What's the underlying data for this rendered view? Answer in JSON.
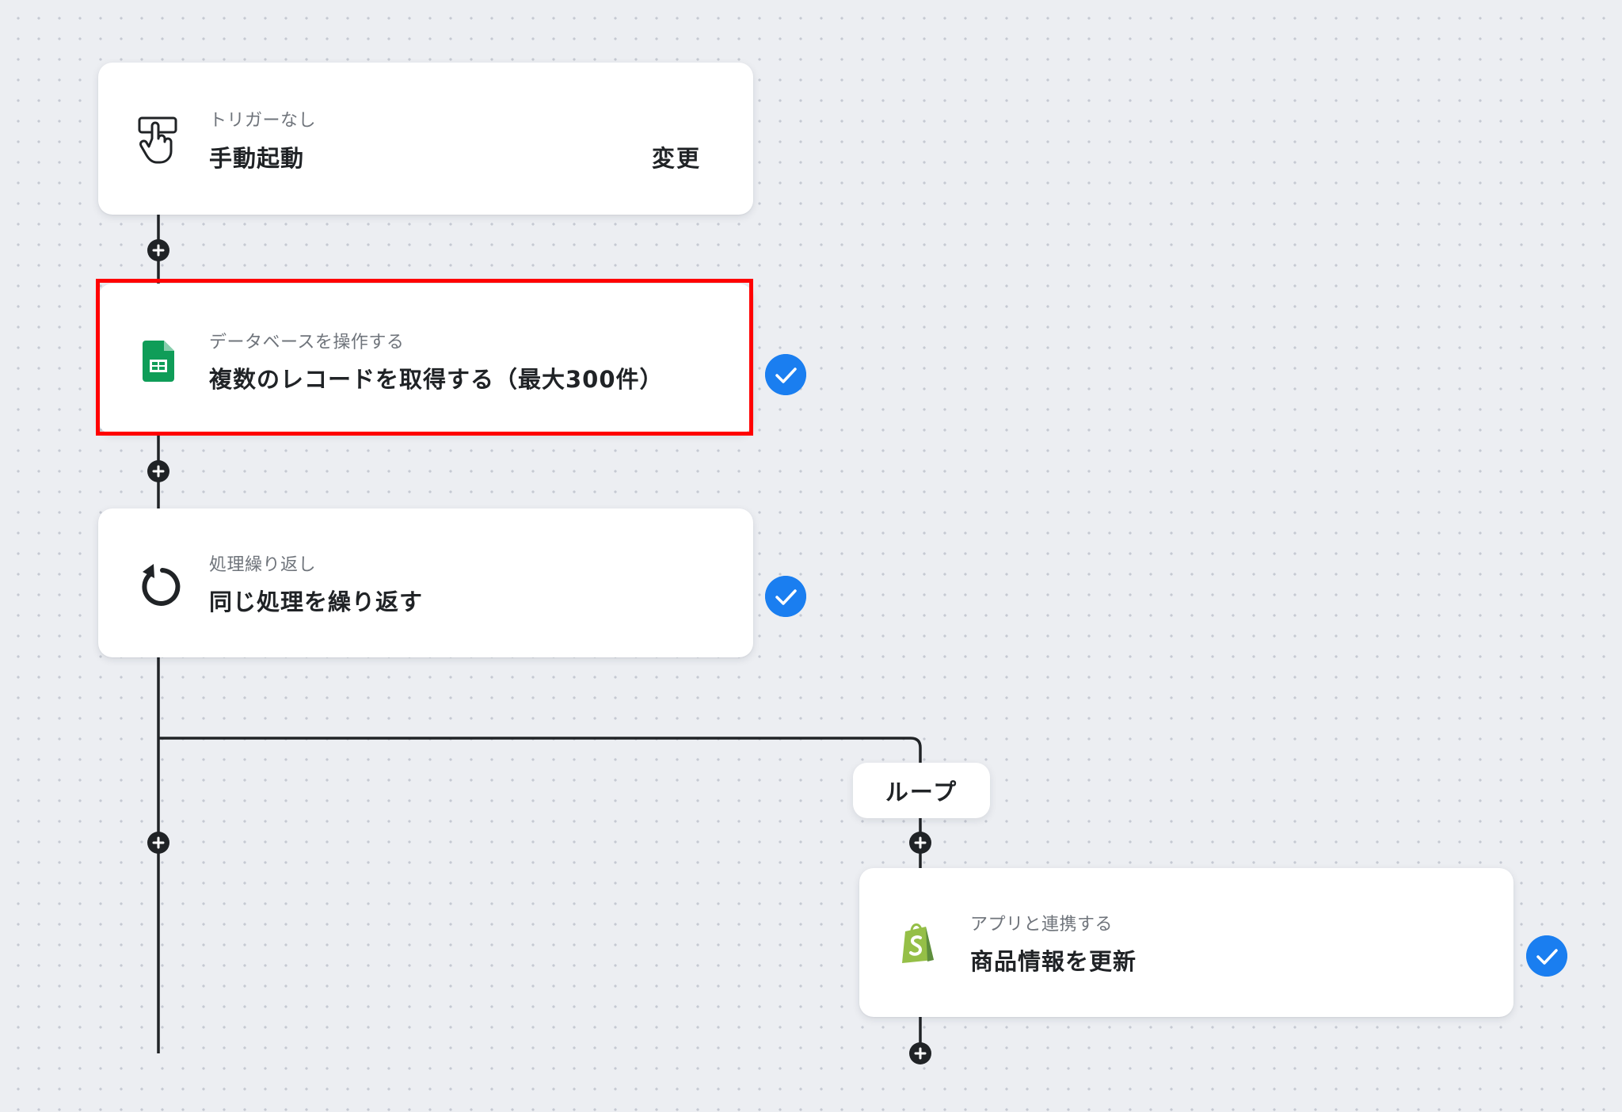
{
  "steps": {
    "trigger": {
      "sublabel": "トリガーなし",
      "title": "手動起動",
      "action_label": "変更",
      "icon": "hand-pointer-icon"
    },
    "database": {
      "sublabel": "データベースを操作する",
      "title": "複数のレコードを取得する（最大300件）",
      "icon": "google-sheets-icon",
      "status": "complete"
    },
    "repeat": {
      "sublabel": "処理繰り返し",
      "title": "同じ処理を繰り返す",
      "icon": "loop-arrow-icon",
      "status": "complete"
    },
    "loop_branch": {
      "label": "ループ"
    },
    "app": {
      "sublabel": "アプリと連携する",
      "title": "商品情報を更新",
      "icon": "shopify-icon",
      "status": "complete"
    }
  },
  "colors": {
    "canvas": "#eceef2",
    "highlight": "#ff0000",
    "check": "#1a7ef0",
    "sheets_green": "#0f9d58",
    "shopify_green": "#95bf47",
    "connector": "#202326"
  }
}
